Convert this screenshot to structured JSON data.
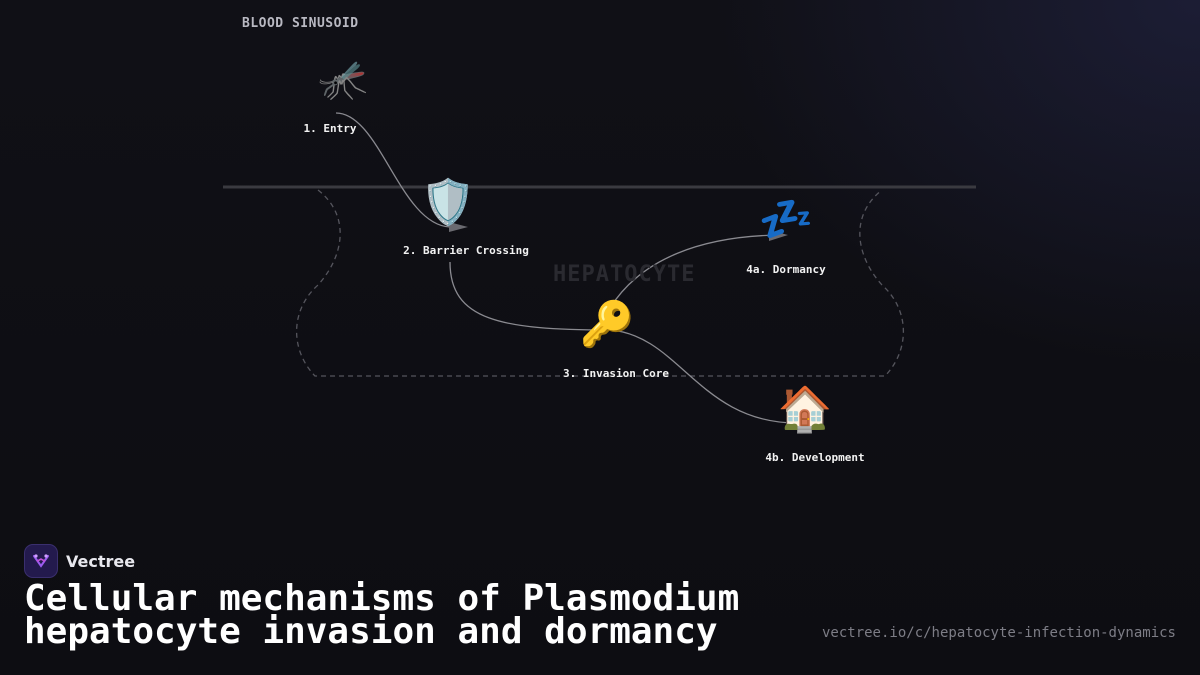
{
  "diagram": {
    "region_top_label": "BLOOD SINUSOID",
    "region_cell_label": "HEPATOCYTE",
    "nodes": [
      {
        "id": "entry",
        "icon": "mosquito-icon",
        "glyph": "🦟",
        "label": "1. Entry"
      },
      {
        "id": "barrier",
        "icon": "shield-icon",
        "glyph": "🛡️",
        "label": "2. Barrier Crossing"
      },
      {
        "id": "invasion",
        "icon": "key-icon",
        "glyph": "🔑",
        "label": "3. Invasion Core"
      },
      {
        "id": "dormancy",
        "icon": "zzz-icon",
        "glyph": "💤",
        "label": "4a. Dormancy"
      },
      {
        "id": "development",
        "icon": "house-icon",
        "glyph": "🏠",
        "label": "4b. Development"
      }
    ],
    "edges": [
      {
        "from": "entry",
        "to": "barrier"
      },
      {
        "from": "barrier",
        "to": "invasion"
      },
      {
        "from": "invasion",
        "to": "dormancy"
      },
      {
        "from": "invasion",
        "to": "development"
      }
    ],
    "colors": {
      "membrane": "#3a3a40",
      "cell_outline": "#5a5a62",
      "edge": "#8a8a90",
      "arrow": "#6a6a70"
    }
  },
  "footer": {
    "brand_name": "Vectree",
    "title": "Cellular mechanisms of Plasmodium hepatocyte invasion and dormancy",
    "url": "vectree.io/c/hepatocyte-infection-dynamics"
  }
}
